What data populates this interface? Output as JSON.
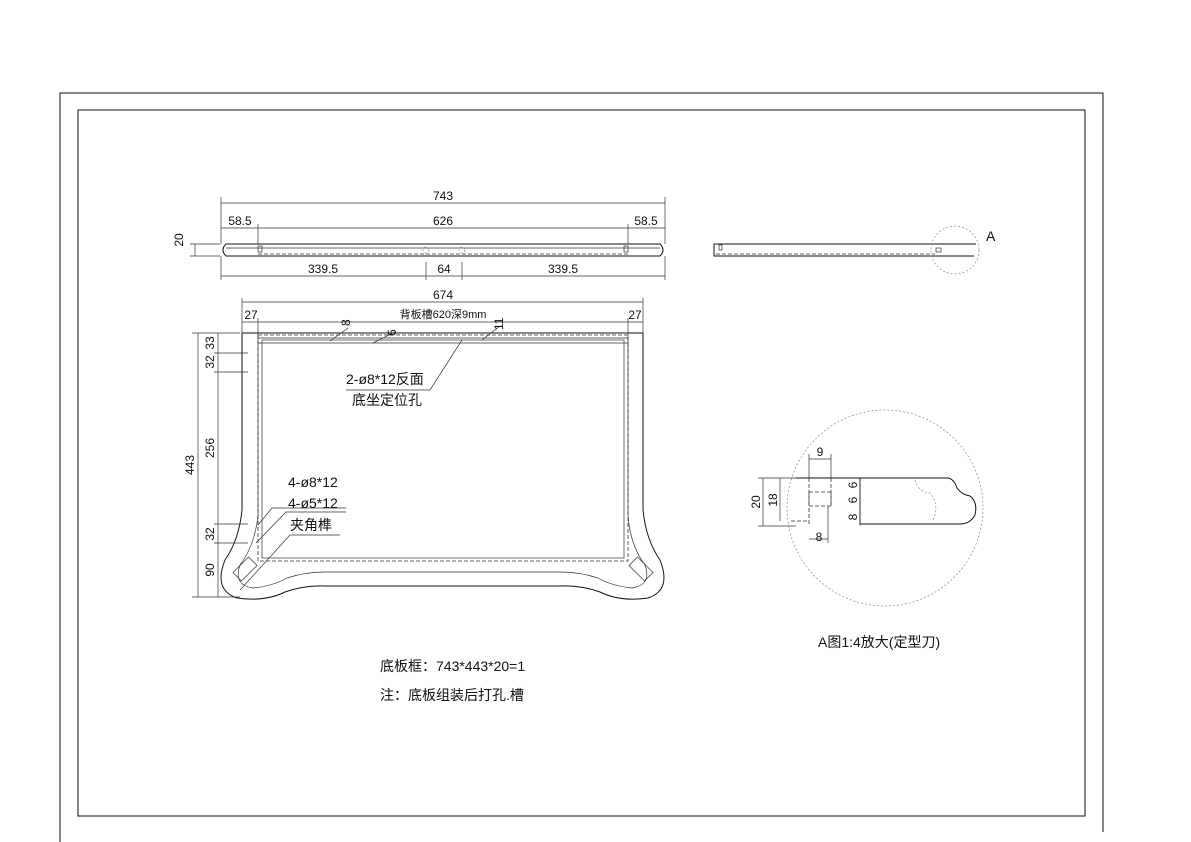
{
  "top_view": {
    "overall": "743",
    "end_left": "58.5",
    "middle": "626",
    "end_right": "58.5",
    "thickness": "20",
    "bottom_left": "339.5",
    "bottom_mid": "64",
    "bottom_right": "339.5"
  },
  "front_view": {
    "width": "674",
    "groove_note": "背板槽620深9mm",
    "side_left": "27",
    "side_right": "27",
    "dim_8": "8",
    "dim_6": "6",
    "dim_11": "11",
    "height": "443",
    "v_33": "33",
    "v_32_top": "32",
    "v_256": "256",
    "v_32_bottom": "32",
    "v_90": "90",
    "hole_note_line1": "2-ø8*12反面",
    "hole_note_line2": "底坐定位孔",
    "corner_note_1": "4-ø8*12",
    "corner_note_2": "4-ø5*12",
    "corner_note_3": "夹角榫"
  },
  "side_view": {
    "detail_marker": "A"
  },
  "detail": {
    "d9": "9",
    "d20": "20",
    "d18": "18",
    "d6a": "6",
    "d6b": "6",
    "d8v": "8",
    "d8h": "8",
    "caption": "A图1:4放大(定型刀)"
  },
  "notes": {
    "part": "底板框：743*443*20=1",
    "remark": "注：底板组装后打孔.槽"
  }
}
